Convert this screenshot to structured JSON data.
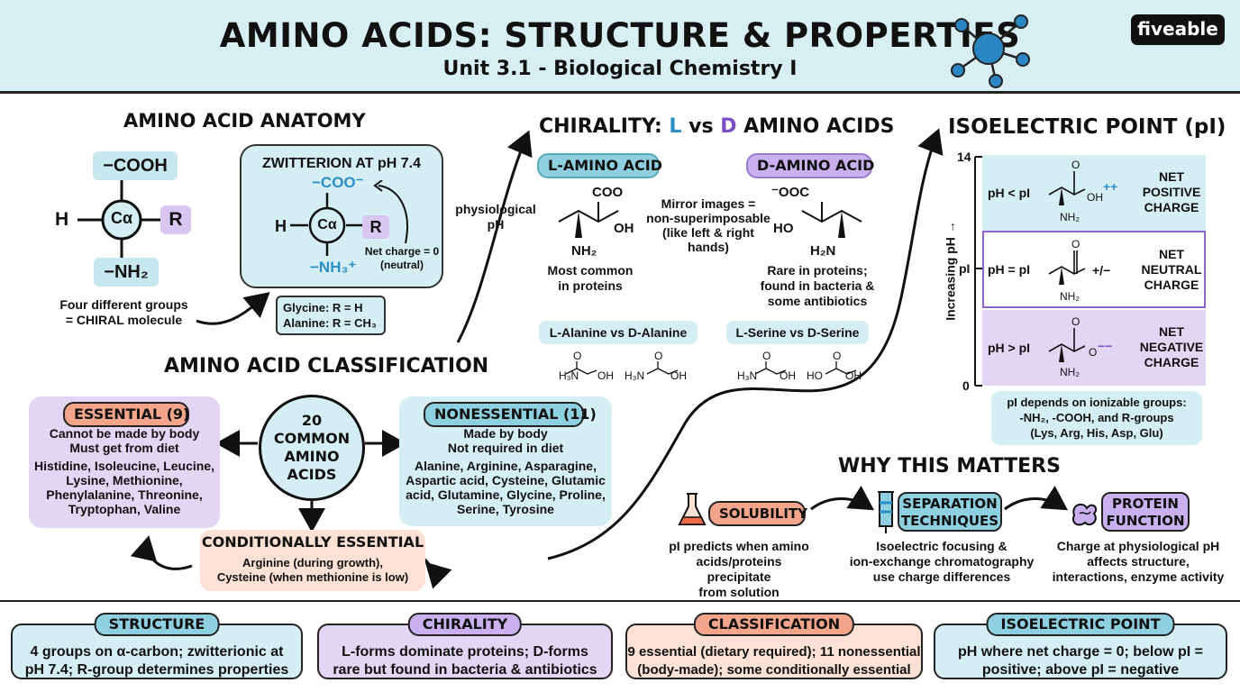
{
  "header": {
    "title": "AMINO ACIDS: STRUCTURE & PROPERTIES",
    "subtitle": "Unit 3.1 - Biological Chemistry I",
    "logo": "fiveable"
  },
  "anatomy": {
    "heading": "AMINO ACID ANATOMY",
    "cooh": "−COOH",
    "h": "H",
    "ca": "Cα",
    "r": "R",
    "nh2": "−NH₂",
    "caption_line1": "Four different groups",
    "caption_line2": "= CHIRAL molecule",
    "zwitterion_title": "ZWITTERION AT pH 7.4",
    "coo_minus": "−COO⁻",
    "nh3_plus": "−NH₃⁺",
    "net_charge_line1": "Net charge = 0",
    "net_charge_line2": "(neutral)",
    "example_line1": "Glycine: R = H",
    "example_line2": "Alanine: R = CH₃"
  },
  "chirality": {
    "heading_prefix": "CHIRALITY: ",
    "heading_l": "L",
    "heading_vs": " vs ",
    "heading_d": "D",
    "heading_suffix": " AMINO ACIDS",
    "physio_line1": "physiological",
    "physio_line2": "pH",
    "l_label": "L-AMINO ACID",
    "d_label": "D-AMINO ACID",
    "l_coo": "COO",
    "l_oh": "OH",
    "l_nh2": "NH₂",
    "d_ooc": "⁻OOC",
    "d_ho": "HO",
    "d_h2n": "H₂N",
    "mirror_line1": "Mirror images =",
    "mirror_line2": "non-superimposable",
    "mirror_line3": "(like left & right",
    "mirror_line4": "hands)",
    "l_note_line1": "Most common",
    "l_note_line2": "in proteins",
    "d_note_line1": "Rare in proteins;",
    "d_note_line2": "found in bacteria &",
    "d_note_line3": "some antibiotics",
    "pair1": "L-Alanine vs D-Alanine",
    "pair2": "L-Serine vs D-Serine",
    "mol_h3n": "H₃N",
    "mol_o": "O",
    "mol_oh": "OH",
    "mol_ho": "HO"
  },
  "pi": {
    "heading": "ISOELECTRIC POINT (pI)",
    "axis_top": "14",
    "axis_mid": "pI",
    "axis_bottom": "0",
    "axis_label": "Increasing pH →",
    "rows": [
      {
        "cond": "pH < pI",
        "charge": "++",
        "line1": "NET",
        "line2": "POSITIVE",
        "line3": "CHARGE",
        "group": "OH",
        "amine": "NH₂"
      },
      {
        "cond": "pH = pI",
        "charge": "+/−",
        "line1": "NET",
        "line2": "NEUTRAL",
        "line3": "CHARGE",
        "group": "",
        "amine": "NH₂"
      },
      {
        "cond": "pH > pI",
        "charge": "−−",
        "line1": "NET",
        "line2": "NEGATIVE",
        "line3": "CHARGE",
        "group": "O",
        "amine": "NH₂"
      }
    ],
    "o_label": "O",
    "note_line1": "pI depends on ionizable groups:",
    "note_line2": "-NH₂, -COOH, and R-groups",
    "note_line3": "(Lys, Arg, His, Asp, Glu)"
  },
  "classification": {
    "heading": "AMINO ACID CLASSIFICATION",
    "center_line1": "20",
    "center_line2": "COMMON",
    "center_line3": "AMINO",
    "center_line4": "ACIDS",
    "essential_label": "ESSENTIAL (9)",
    "essential_desc1": "Cannot be made by body",
    "essential_desc2": "Must get from diet",
    "essential_list1": "Histidine, Isoleucine, Leucine,",
    "essential_list2": "Lysine, Methionine,",
    "essential_list3": "Phenylalanine, Threonine,",
    "essential_list4": "Tryptophan, Valine",
    "nonessential_label": "NONESSENTIAL (11)",
    "nonessential_desc1": "Made by body",
    "nonessential_desc2": "Not required in diet",
    "nonessential_list1": "Alanine, Arginine, Asparagine,",
    "nonessential_list2": "Aspartic acid, Cysteine, Glutamic",
    "nonessential_list3": "acid, Glutamine, Glycine, Proline,",
    "nonessential_list4": "Serine, Tyrosine",
    "conditional_label": "CONDITIONALLY ESSENTIAL",
    "conditional_line1": "Arginine (during growth),",
    "conditional_line2": "Cysteine (when methionine is low)"
  },
  "why": {
    "heading": "WHY THIS MATTERS",
    "solubility_label": "SOLUBILITY",
    "solubility_line1": "pI predicts when amino",
    "solubility_line2": "acids/proteins precipitate",
    "solubility_line3": "from solution",
    "separation_label_line1": "SEPARATION",
    "separation_label_line2": "TECHNIQUES",
    "separation_line1": "Isoelectric focusing &",
    "separation_line2": "ion-exchange chromatography",
    "separation_line3": "use charge differences",
    "protein_label_line1": "PROTEIN",
    "protein_label_line2": "FUNCTION",
    "protein_line1": "Charge at physiological pH",
    "protein_line2": "affects structure,",
    "protein_line3": "interactions, enzyme activity"
  },
  "summary": [
    {
      "label": "STRUCTURE",
      "line1": "4 groups on α-carbon; zwitterionic at",
      "line2": "pH 7.4; R-group determines properties"
    },
    {
      "label": "CHIRALITY",
      "line1": "L-forms dominate proteins; D-forms",
      "line2": "rare but found in bacteria & antibiotics"
    },
    {
      "label": "CLASSIFICATION",
      "line1": "9 essential (dietary required); 11 nonessential",
      "line2": "(body-made); some conditionally essential"
    },
    {
      "label": "ISOELECTRIC POINT",
      "line1": "pH where net charge = 0; below pI =",
      "line2": "positive; above pI = negative"
    }
  ],
  "colors": {
    "header_bg": "#d7eef2",
    "teal": "#8ed0e0",
    "teal_light": "#d5eef3",
    "purple": "#c9b0ee",
    "purple_light": "#e6dcf7",
    "salmon": "#f3a58c",
    "salmon_light": "#fde1d5",
    "blue_text": "#2a8fc4",
    "molecule_blue": "#2c86c2"
  }
}
